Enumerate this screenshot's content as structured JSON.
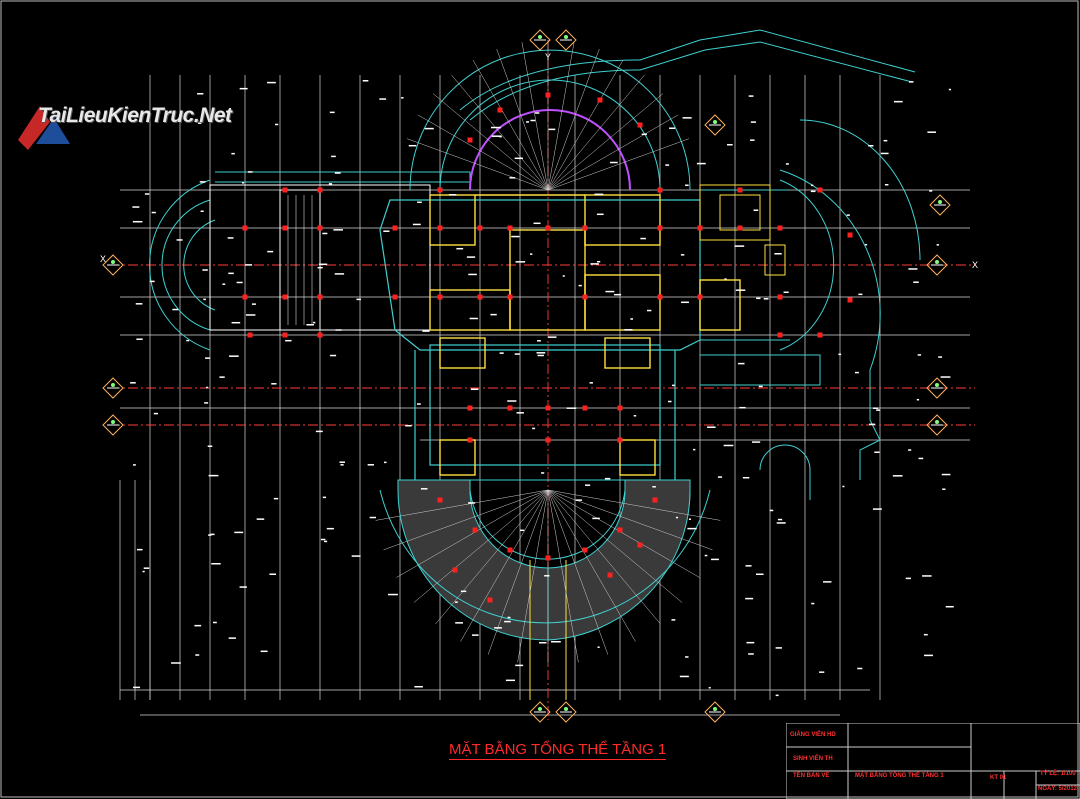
{
  "watermark": {
    "text": "TaiLieuKienTruc.Net"
  },
  "sheet": {
    "title": "MẶT BẰNG TỔNG THỂ TẦNG 1"
  },
  "axes": {
    "y_top": "Y",
    "x_left": "X",
    "x_right": "X"
  },
  "title_block": {
    "row1_label": "GIẢNG VIÊN HD",
    "row2_label": "SINH VIÊN TH",
    "row3_label": "TÊN BẢN VẼ",
    "drawing_name": "MẶT BẰNG TỔNG THỂ TẦNG 1",
    "sheet_no": "KT 01",
    "scale": "TỶ LỆ: 1/100",
    "date": "NGÀY: 5/2012"
  },
  "colors": {
    "background": "#000000",
    "wall_cyan": "#3fd0d0",
    "yellow": "#ffe040",
    "red_column": "#ff2020",
    "grid_white": "#ffffff",
    "magenta": "#c050ff",
    "title_red": "#ff2a2a"
  },
  "icons": [
    "axis-marker-icon",
    "logo-icon"
  ]
}
